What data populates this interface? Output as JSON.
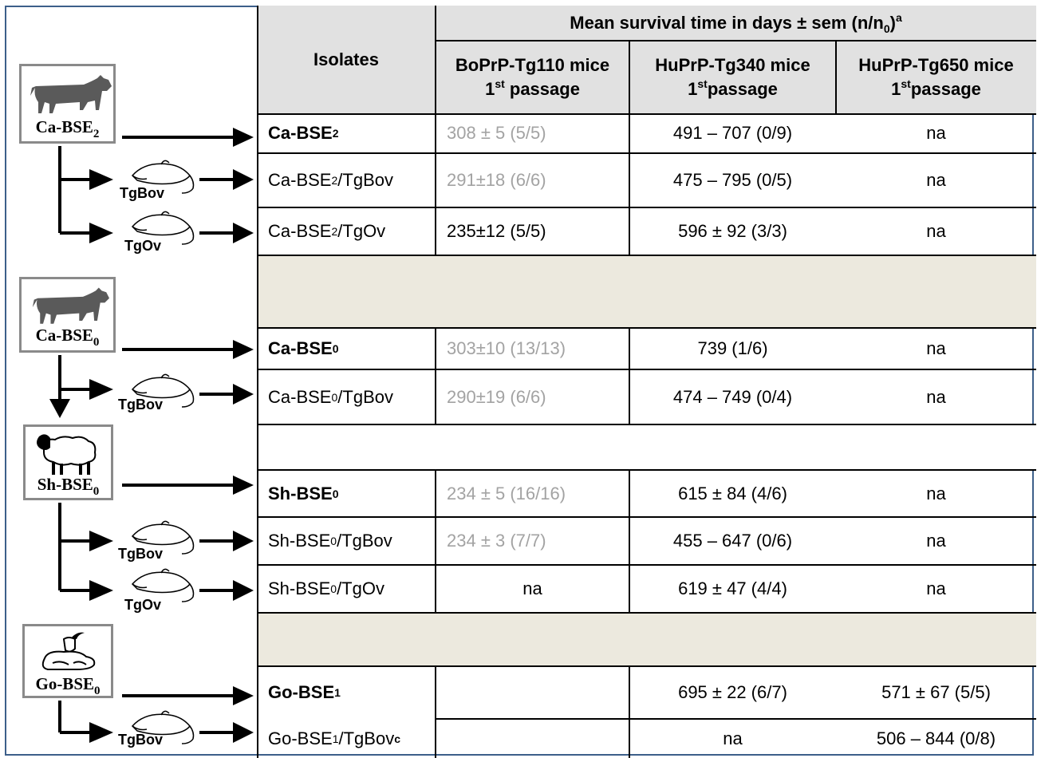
{
  "header": {
    "isolates": "Isolates",
    "span_prefix": "Mean survival time in days ± sem (n/n",
    "span_sub": "0",
    "span_mid": ")",
    "span_sup": "a",
    "col1_line1": "BoPrP-Tg110 mice",
    "col1_line2_sup": "st",
    "col1_line2_num": "1",
    "col1_line2_rest": " passage",
    "col2_line1": "HuPrP-Tg340 mice",
    "col2_line2_num": "1",
    "col2_line2_sup": "st",
    "col2_line2_rest": "passage",
    "col3_line1": "HuPrP-Tg650 mice",
    "col3_line2_num": "1",
    "col3_line2_sup": "st",
    "col3_line2_rest": "passage"
  },
  "rows": [
    {
      "iso_pre": "Ca-BSE",
      "iso_sub": "2",
      "iso_post": "",
      "iso_sup": "",
      "bold": true,
      "c1": "308 ± 5 (5/5)",
      "c1_gray": true,
      "c2": "491 – 707 (0/9)",
      "c3": "na"
    },
    {
      "iso_pre": "Ca-BSE",
      "iso_sub": "2",
      "iso_post": "/TgBov",
      "iso_sup": "",
      "bold": false,
      "c1": "291±18 (6/6)",
      "c1_gray": true,
      "c2": "475 – 795 (0/5)",
      "c3": "na"
    },
    {
      "iso_pre": "Ca-BSE",
      "iso_sub": "2",
      "iso_post": "/TgOv",
      "iso_sup": "",
      "bold": false,
      "c1": "235±12 (5/5)",
      "c1_gray": false,
      "c2": "596 ± 92 (3/3)",
      "c3": "na"
    },
    {
      "iso_pre": "Ca-BSE",
      "iso_sub": "0",
      "iso_post": "",
      "iso_sup": "",
      "bold": true,
      "c1": "303±10 (13/13)",
      "c1_gray": true,
      "c2": "739 (1/6)",
      "c3": "na"
    },
    {
      "iso_pre": "Ca-BSE",
      "iso_sub": "0",
      "iso_post": "/TgBov",
      "iso_sup": "",
      "bold": false,
      "c1": "290±19  (6/6)",
      "c1_gray": true,
      "c2": "474 – 749 (0/4)",
      "c3": "na"
    },
    {
      "iso_pre": "Sh-BSE",
      "iso_sub": "0",
      "iso_post": "",
      "iso_sup": "",
      "bold": true,
      "c1": "234 ± 5 (16/16)",
      "c1_gray": true,
      "c2": "615 ± 84 (4/6)",
      "c3": "na"
    },
    {
      "iso_pre": "Sh-BSE",
      "iso_sub": "0",
      "iso_post": "/TgBov",
      "iso_sup": "",
      "bold": false,
      "c1": "234 ± 3 (7/7)",
      "c1_gray": true,
      "c2": "455 – 647 (0/6)",
      "c3": "na"
    },
    {
      "iso_pre": "Sh-BSE",
      "iso_sub": "0",
      "iso_post": "/TgOv",
      "iso_sup": "",
      "bold": false,
      "c1": "na",
      "c1_gray": false,
      "c2": "619 ± 47 (4/4)",
      "c3": "na"
    },
    {
      "iso_pre": "Go-BSE",
      "iso_sub": "1",
      "iso_post": "",
      "iso_sup": "",
      "bold": true,
      "c1": "",
      "c1_gray": false,
      "c2": "695 ± 22 (6/7)",
      "c3": "571 ± 67 (5/5)"
    },
    {
      "iso_pre": "Go-BSE",
      "iso_sub": "1",
      "iso_post": "/TgBov",
      "iso_sup": "c",
      "bold": false,
      "c1": "",
      "c1_gray": false,
      "c2": "na",
      "c3": "506 – 844 (0/8)"
    }
  ],
  "animals": [
    {
      "pre": "Ca-BSE",
      "sub": "2",
      "icon": "cow-icon"
    },
    {
      "pre": "Ca-BSE",
      "sub": "0",
      "icon": "cow-icon"
    },
    {
      "pre": "Sh-BSE",
      "sub": "0",
      "icon": "sheep-icon"
    },
    {
      "pre": "Go-BSE",
      "sub": "0",
      "icon": "goat-icon"
    }
  ],
  "mouse_labels": [
    "TgBov",
    "TgOv",
    "TgBov",
    "TgBov",
    "TgOv",
    "TgBov"
  ],
  "colors": {
    "header_bg": "#e1e1e1",
    "band_bg": "#ece9de",
    "gray_value": "#a3a3a3",
    "frame": "#3d5f8a",
    "animal_border": "#8a8a8a"
  }
}
